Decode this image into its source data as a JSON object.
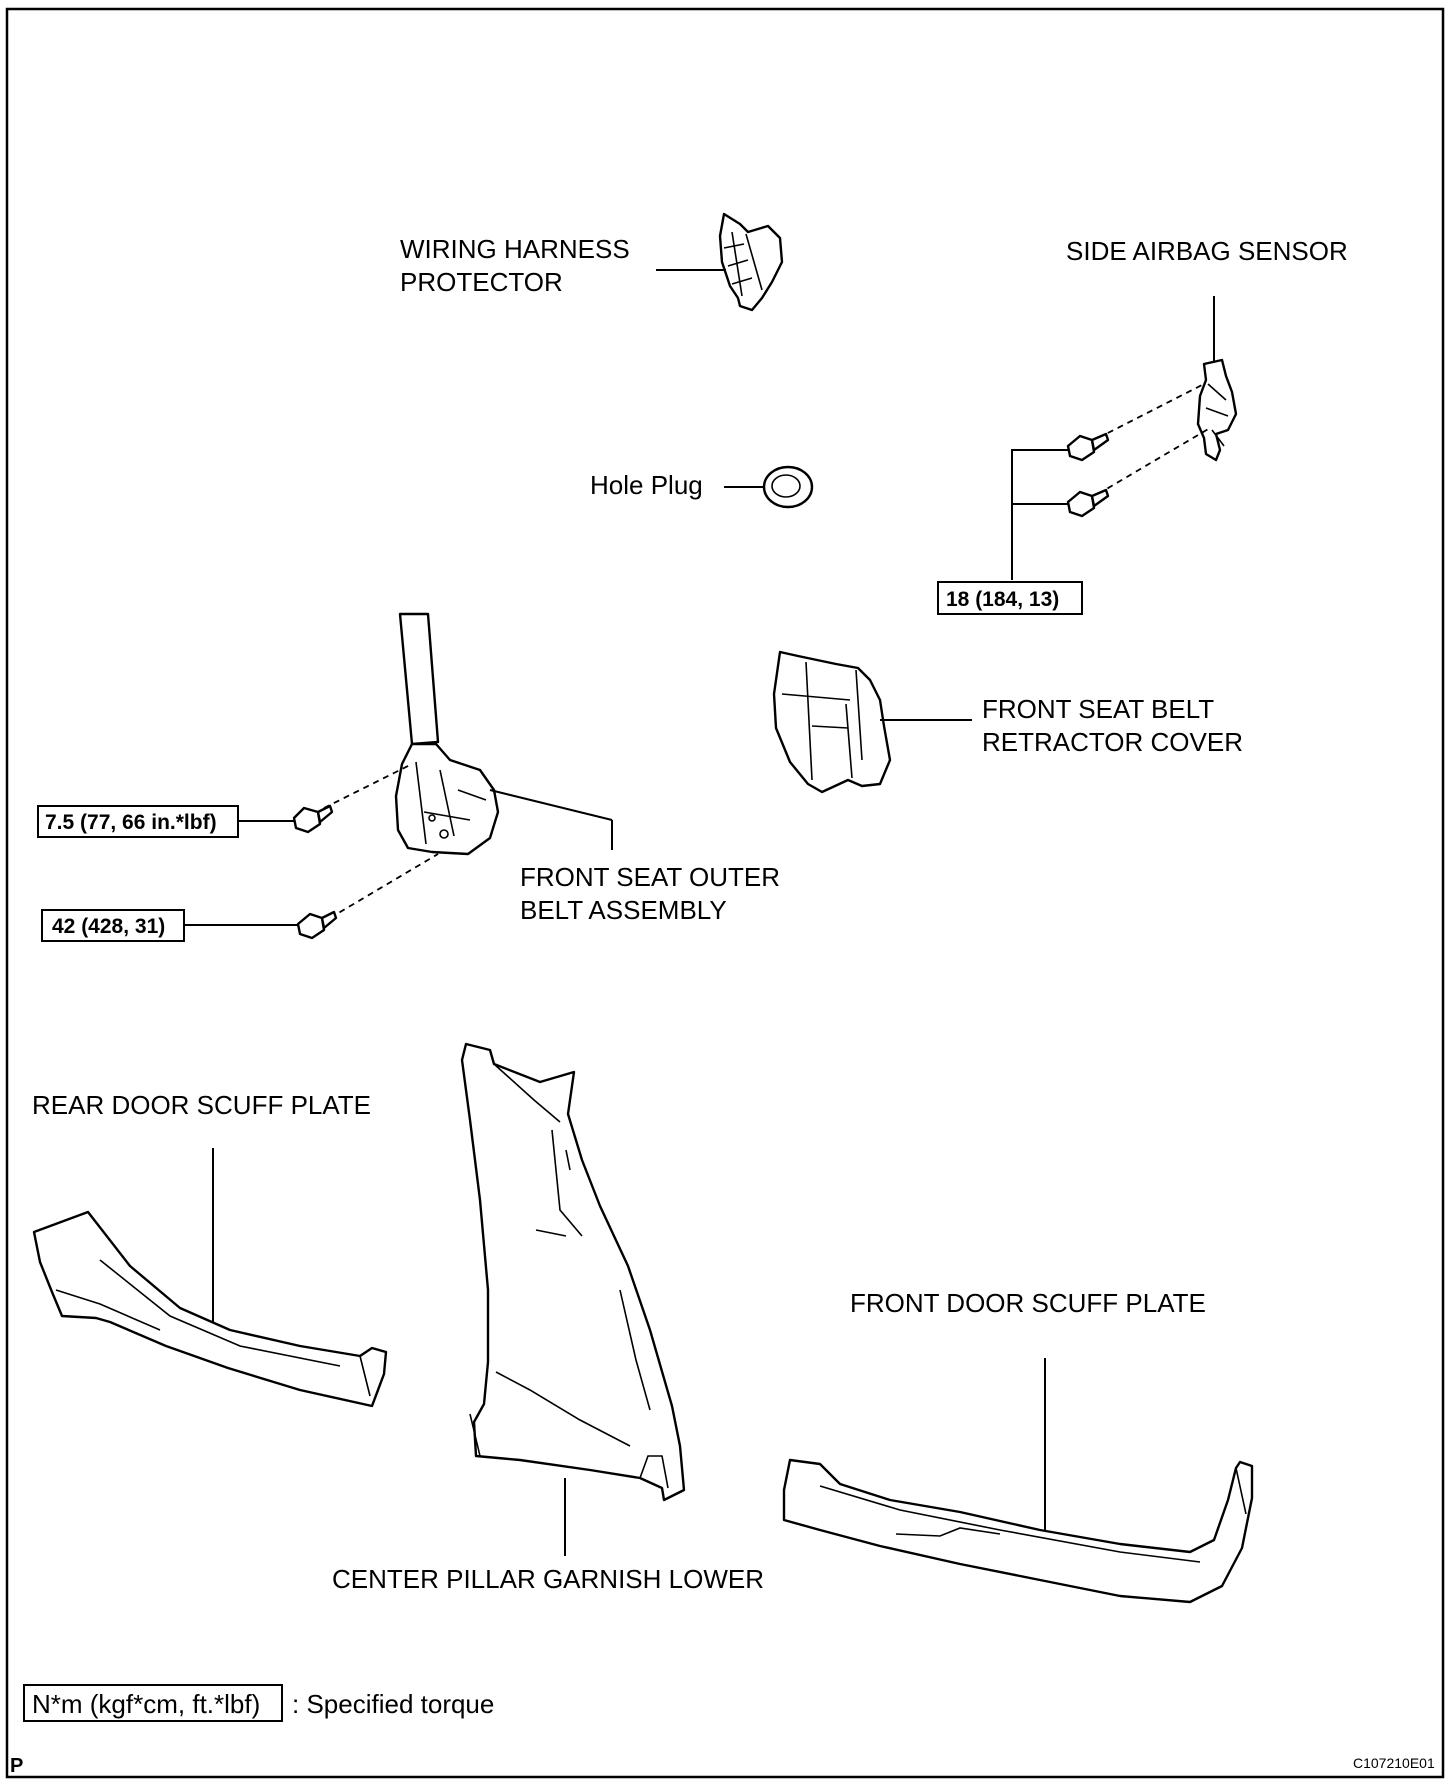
{
  "labels": {
    "wiring_harness_protector": [
      "WIRING HARNESS",
      "PROTECTOR"
    ],
    "side_airbag_sensor": "SIDE AIRBAG SENSOR",
    "hole_plug": "Hole Plug",
    "front_seat_belt_retractor_cover": [
      "FRONT SEAT BELT",
      "RETRACTOR COVER"
    ],
    "front_seat_outer_belt_assembly": [
      "FRONT SEAT OUTER",
      "BELT ASSEMBLY"
    ],
    "rear_door_scuff_plate": "REAR DOOR SCUFF PLATE",
    "front_door_scuff_plate": "FRONT DOOR SCUFF PLATE",
    "center_pillar_garnish_lower": "CENTER PILLAR GARNISH LOWER"
  },
  "torques": {
    "airbag_sensor_bolts": "18 (184, 13)",
    "belt_upper_bolt": "7.5 (77, 66 in.*lbf)",
    "belt_anchor_bolt": "42 (428, 31)"
  },
  "legend": {
    "box_text": "N*m (kgf*cm, ft.*lbf)",
    "description": ": Specified torque"
  },
  "corner_mark": "P",
  "figure_code": "C107210E01"
}
